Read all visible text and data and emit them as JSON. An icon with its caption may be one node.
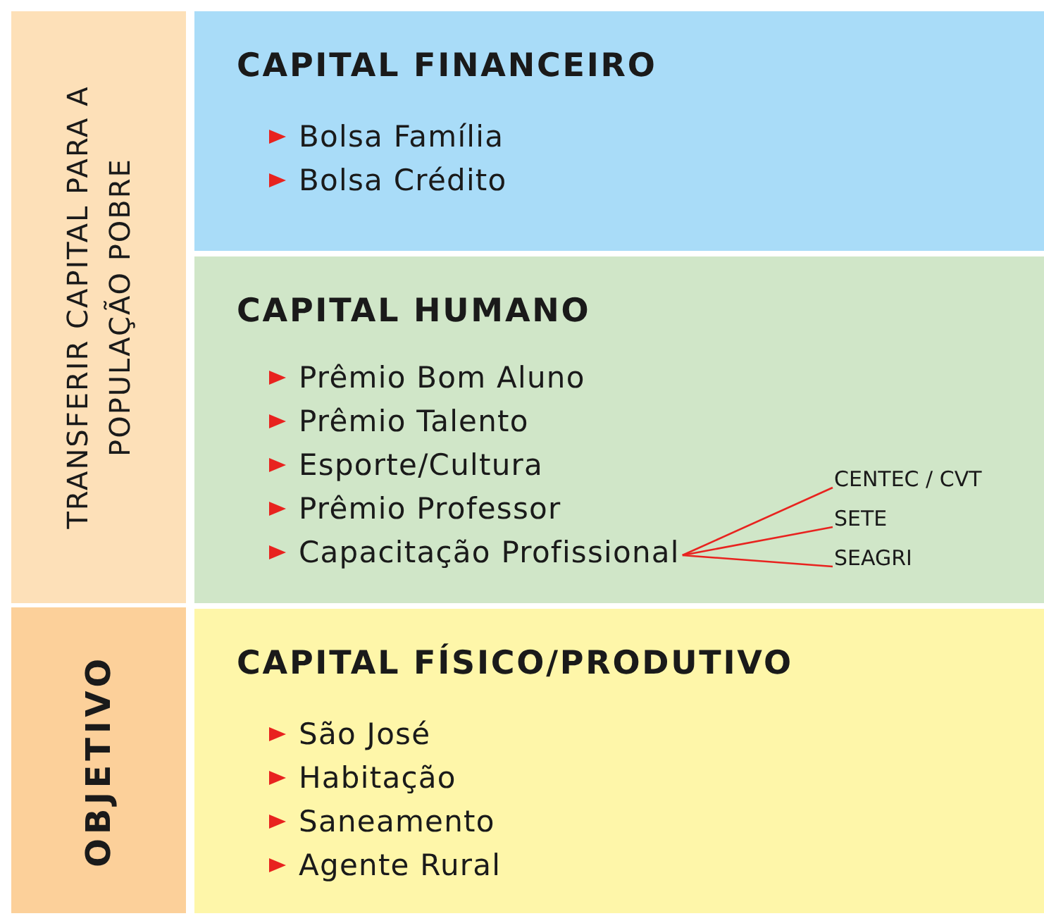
{
  "diagram": {
    "nodes": [
      {
        "text": [
          "TRANSFERIR CAPITAL PARA A POPULAÇÃO POBRE"
        ]
      },
      {
        "text": [
          "OBJETIVO"
        ]
      },
      {
        "text": [
          "CAPITAL FINANCEIRO"
        ]
      },
      {
        "text": [
          "Bolsa Família"
        ],
        "in": 2
      },
      {
        "text": [
          "Bolsa Crédito"
        ],
        "in": 2
      },
      {
        "text": [
          "CAPITAL HUMANO"
        ]
      },
      {
        "text": [
          "Prêmio Bom Aluno"
        ],
        "in": 5
      },
      {
        "text": [
          "Prêmio Talento"
        ],
        "in": 5
      },
      {
        "text": [
          "Esporte/Cultura"
        ],
        "in": 5
      },
      {
        "text": [
          "Prêmio Professor"
        ],
        "in": 5
      },
      {
        "text": [
          "Capacitação Profissional"
        ],
        "in": 5
      },
      {
        "text": [
          "CENTEC / CVT"
        ],
        "in": 5
      },
      {
        "text": [
          "SETE"
        ],
        "in": 5
      },
      {
        "text": [
          "SEAGRI"
        ],
        "in": 5
      },
      {
        "text": [
          "CAPITAL FÍSICO/PRODUTIVO"
        ]
      },
      {
        "text": [
          "São José"
        ],
        "in": 14
      },
      {
        "text": [
          "Habitação"
        ],
        "in": 14
      },
      {
        "text": [
          "Saneamento"
        ],
        "in": 14
      },
      {
        "text": [
          "Agente Rural"
        ],
        "in": 14
      }
    ],
    "edges": [
      {
        "from": 10,
        "to": 11,
        "arrow": "none"
      },
      {
        "from": 10,
        "to": 12,
        "arrow": "none"
      },
      {
        "from": 10,
        "to": 13,
        "arrow": "none"
      }
    ]
  }
}
